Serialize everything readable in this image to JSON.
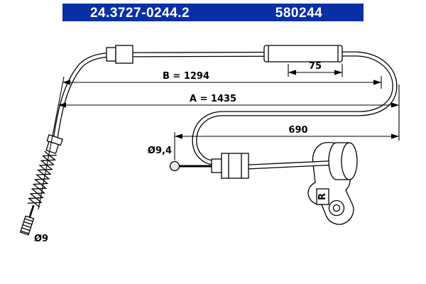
{
  "colors": {
    "header_bg": "#0B2FA5",
    "header_text": "#FFFFFF",
    "line": "#000000"
  },
  "header": {
    "part_number": "24.3727-0244.2",
    "reference": "580244"
  },
  "diagram": {
    "dims": {
      "sleeve_length": "75",
      "length_b": "B = 1294",
      "length_a": "A = 1435",
      "length_mid": "690",
      "ball_dia": "Ø9,4",
      "thread_dia": "Ø9"
    },
    "bracket_marking": "R"
  }
}
